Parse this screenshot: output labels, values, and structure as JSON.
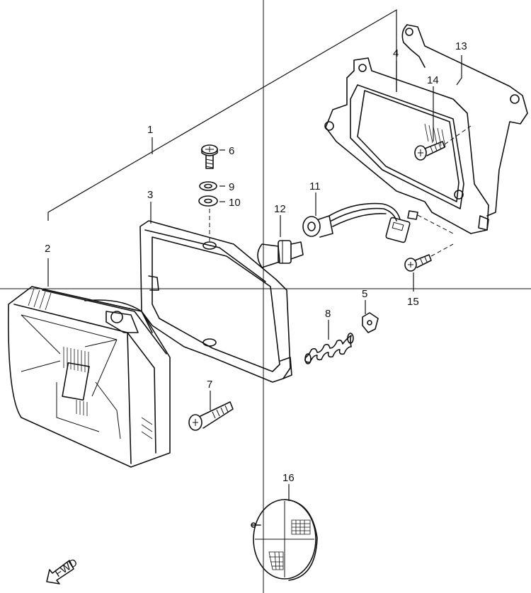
{
  "callouts": {
    "p1": "1",
    "p2": "2",
    "p3": "3",
    "p4": "4",
    "p5": "5",
    "p6": "6",
    "p7": "7",
    "p8": "8",
    "p9": "9",
    "p10": "10",
    "p11": "11",
    "p12": "12",
    "p13": "13",
    "p14": "14",
    "p15": "15",
    "p16": "16"
  },
  "fwd_label": "FWD"
}
